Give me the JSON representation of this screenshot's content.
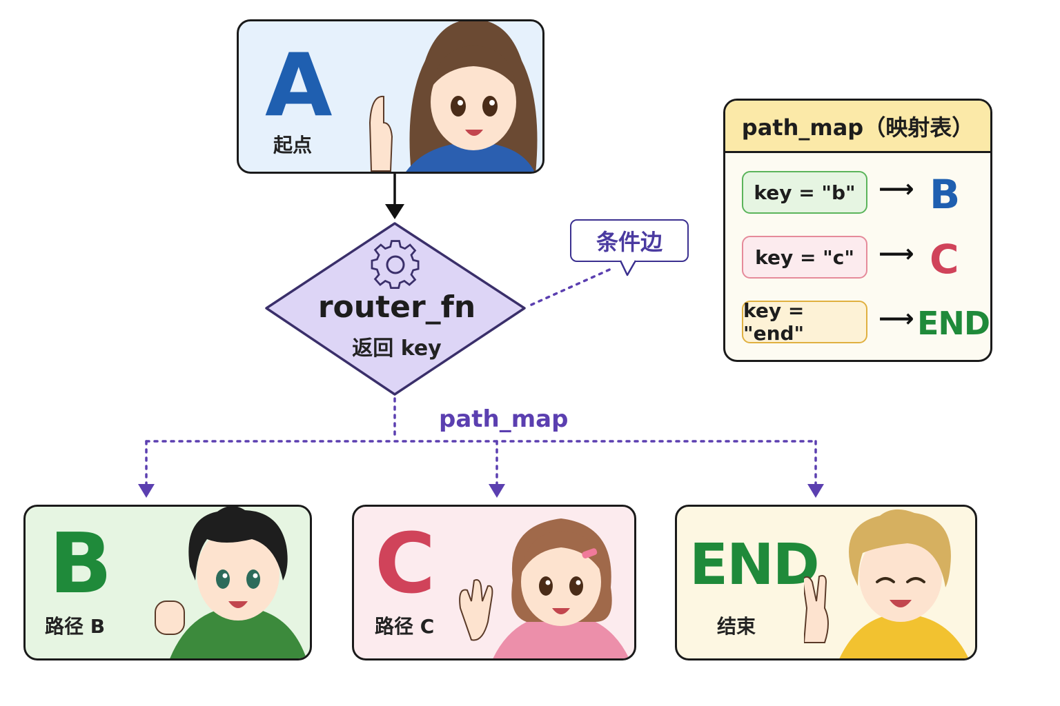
{
  "nodes": {
    "a": {
      "letter": "A",
      "label": "起点"
    },
    "router": {
      "title": "router_fn",
      "subtitle": "返回 key"
    },
    "b": {
      "letter": "B",
      "label": "路径 B"
    },
    "c": {
      "letter": "C",
      "label": "路径 C"
    },
    "end": {
      "letter": "END",
      "label": "结束"
    }
  },
  "edges": {
    "conditional_label": "条件边",
    "path_map_label": "path_map"
  },
  "map_panel": {
    "title": "path_map（映射表）",
    "entries": [
      {
        "key": "key = \"b\"",
        "arrow": "⟶",
        "target": "B"
      },
      {
        "key": "key = \"c\"",
        "arrow": "⟶",
        "target": "C"
      },
      {
        "key": "key = \"end\"",
        "arrow": "⟶",
        "target": "END"
      }
    ]
  },
  "colors": {
    "blue": "#1f5fb0",
    "green": "#1f8a3a",
    "red": "#d0435a",
    "purple": "#5b3fb0",
    "diamond_fill": "#ddd5f6",
    "diamond_stroke": "#3a2f6a"
  },
  "icons": {
    "router": "gear-icon"
  }
}
